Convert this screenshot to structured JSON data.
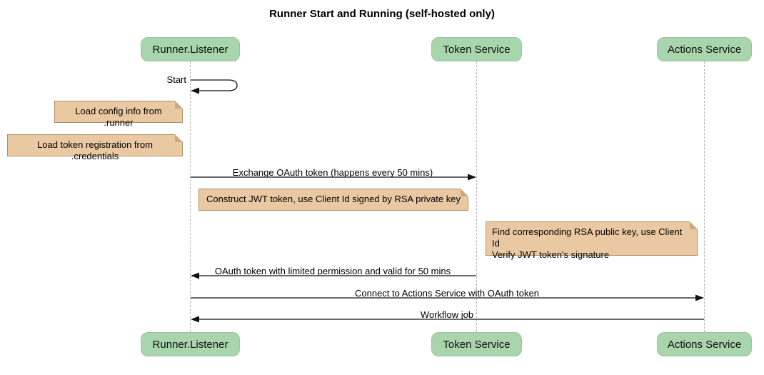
{
  "title": "Runner Start and Running (self-hosted only)",
  "participants": [
    {
      "name": "Runner.Listener"
    },
    {
      "name": "Token Service"
    },
    {
      "name": "Actions Service"
    }
  ],
  "messages": {
    "self_start": "Start",
    "exchange": "Exchange OAuth token (happens every 50 mins)",
    "oauth_return": "OAuth token with limited permission and valid for 50 mins",
    "connect": "Connect to Actions Service with OAuth token",
    "workflow": "Workflow job"
  },
  "notes": {
    "load_config": "Load config info from .runner",
    "load_credentials": "Load token registration from .credentials",
    "construct_jwt": "Construct JWT token, use Client Id signed by RSA private key",
    "find_rsa_line1": "Find corresponding RSA public key, use Client Id",
    "find_rsa_line2": "Verify JWT token's signature"
  },
  "colors": {
    "participant_fill": "#A8D5AB",
    "participant_border": "#9DC2A0",
    "note_fill": "#EAC9A2",
    "note_border": "#AA9168",
    "note_fold": "#C9A97E",
    "lifeline": "#B3B3B3",
    "arrow": "#111111"
  }
}
